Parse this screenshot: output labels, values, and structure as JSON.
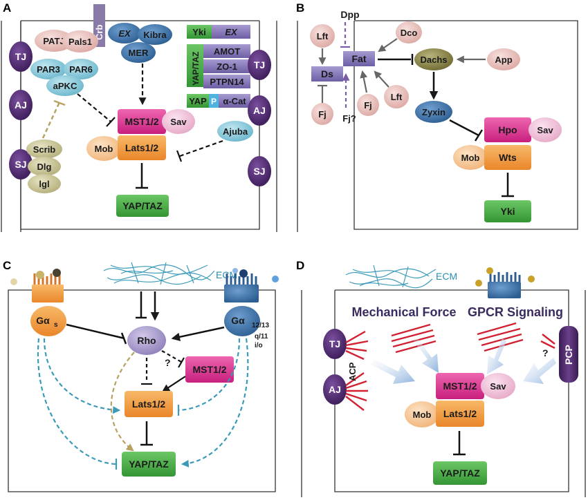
{
  "panels": {
    "a": {
      "label": "A",
      "crb": "Crb",
      "patj": "PATJ",
      "pals1": "Pals1",
      "ex": "EX",
      "kibra": "Kibra",
      "mer": "MER",
      "par3": "PAR3",
      "par6": "PAR6",
      "apkc": "aPKC",
      "tj": "TJ",
      "aj": "AJ",
      "sj": "SJ",
      "scrib": "Scrib",
      "dlg": "Dlg",
      "lgl": "lgl",
      "mst": "MST1/2",
      "sav": "Sav",
      "mob": "Mob",
      "lats": "Lats1/2",
      "yaptaz": "YAP/TAZ",
      "yki": "Yki",
      "ex2": "EX",
      "yaptaz_v": "YAP/TAZ",
      "amot": "AMOT",
      "zo1": "ZO-1",
      "ptpn14": "PTPN14",
      "yap": "YAP",
      "p": "P",
      "acat": "α-Cat",
      "ajuba": "Ajuba"
    },
    "b": {
      "label": "B",
      "dpp": "Dpp",
      "lft1": "Lft",
      "ds": "Ds",
      "fat": "Fat",
      "fj1": "Fj",
      "fjq": "Fj?",
      "fj2": "Fj",
      "lft2": "Lft",
      "dco": "Dco",
      "dachs": "Dachs",
      "app": "App",
      "zyxin": "Zyxin",
      "hpo": "Hpo",
      "sav": "Sav",
      "mob": "Mob",
      "wts": "Wts",
      "yki": "Yki"
    },
    "c": {
      "label": "C",
      "ecm": "ECM",
      "gas": "Gα",
      "gas_sub": "s",
      "ga12": "Gα",
      "ga12_sub": "12/13",
      "gaq": "q/11",
      "gai": "i/o",
      "rho": "Rho",
      "q": "?",
      "mst": "MST1/2",
      "lats": "Lats1/2",
      "yaptaz": "YAP/TAZ"
    },
    "d": {
      "label": "D",
      "ecm": "ECM",
      "mech": "Mechanical Force",
      "gpcr": "GPCR Signaling",
      "tj": "TJ",
      "aj": "AJ",
      "acp": "ACP",
      "pcp": "PCP",
      "q": "?",
      "mst": "MST1/2",
      "sav": "Sav",
      "mob": "Mob",
      "lats": "Lats1/2",
      "yaptaz": "YAP/TAZ"
    }
  },
  "colors": {
    "pink": "#e2b4b0",
    "blue": "#3f74a8",
    "lightblue": "#7cc4d8",
    "purple": "#4a2a6a",
    "olive": "#c9c59a",
    "magenta": "#d6338a",
    "orange": "#f29a3d",
    "peach": "#f6c696",
    "green": "#4aab47",
    "lavender": "#9d8fc2",
    "darkolive": "#7e7a3e",
    "dashblue": "#3a9ab8",
    "dashtan": "#b8a060",
    "red": "#d22030"
  }
}
